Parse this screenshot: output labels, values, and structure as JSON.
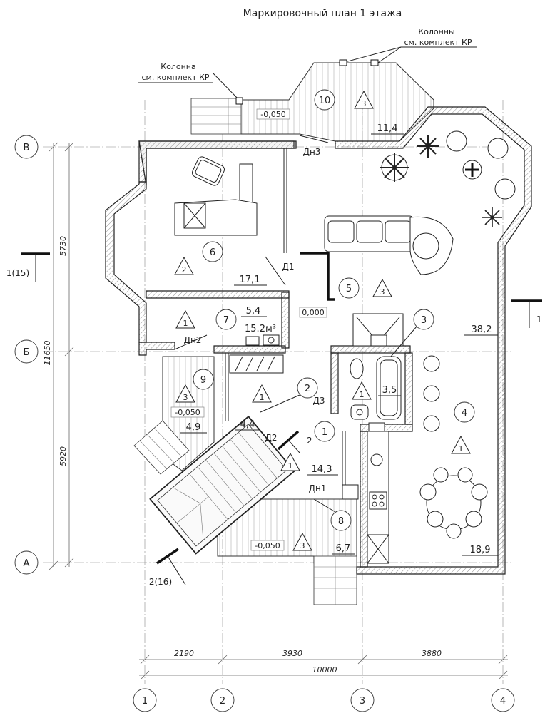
{
  "title": "Маркировочный план 1 этажа",
  "callouts": {
    "column_left_1": "Колонна",
    "column_left_2": "см. комплект КР",
    "column_right_1": "Колонны",
    "column_right_2": "см. комплект КР"
  },
  "axes_rows": [
    "В",
    "Б",
    "А"
  ],
  "axes_cols": [
    "1",
    "2",
    "3",
    "4"
  ],
  "dims_left": [
    "5730",
    "11650",
    "5920"
  ],
  "dims_bottom": [
    "2190",
    "3930",
    "3880"
  ],
  "dim_total": "10000",
  "section_left": "1(15)",
  "section_right": "1",
  "section_bottom": "2(16)",
  "section_mid": "2",
  "rooms": [
    {
      "num": "1",
      "area": "14,3",
      "finish": "1"
    },
    {
      "num": "2",
      "area": "4,4",
      "finish": "1"
    },
    {
      "num": "3",
      "area": "3,5",
      "finish": "1"
    },
    {
      "num": "4",
      "area": "18,9",
      "finish": "1"
    },
    {
      "num": "5",
      "area": "38,2",
      "finish": "3"
    },
    {
      "num": "6",
      "area": "17,1",
      "finish": "2"
    },
    {
      "num": "7",
      "area": "5,4",
      "finish": "1"
    },
    {
      "num": "8",
      "area": "6,7",
      "finish": "3"
    },
    {
      "num": "9",
      "area": "4,9",
      "finish": "3"
    },
    {
      "num": "10",
      "area": "11,4",
      "finish": "3"
    }
  ],
  "room7_volume": "15.2м³",
  "elevations": {
    "top": "-0,050",
    "main": "0,000",
    "left": "-0,050",
    "bottom": "-0,050"
  },
  "doors": {
    "dn3": "Дн3",
    "d1": "Д1",
    "dn2": "Дн2",
    "d3": "Д3",
    "d2": "Д2",
    "dn1": "Дн1"
  }
}
